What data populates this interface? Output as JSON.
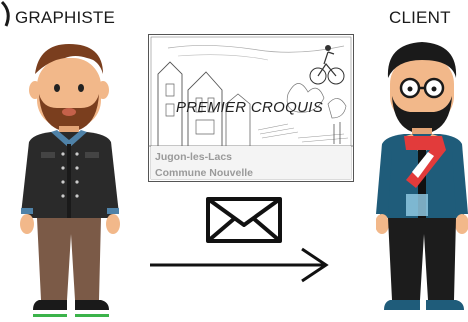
{
  "labels": {
    "left": "GRAPHISTE",
    "right": "CLIENT"
  },
  "sketch": {
    "title": "PREMIER CROQUIS",
    "subtitle_line1": "Jugon-les-Lacs",
    "subtitle_line2": "Commune Nouvelle"
  },
  "icons": [
    "envelope-icon",
    "arrow-right-icon"
  ],
  "colors": {
    "graphiste_jacket": "#2a2a2a",
    "graphiste_pants": "#7b5a47",
    "graphiste_beard": "#7a3e1e",
    "client_jacket": "#1f5c7a",
    "client_pants": "#1c1c1c",
    "skin": "#f2b88a"
  }
}
